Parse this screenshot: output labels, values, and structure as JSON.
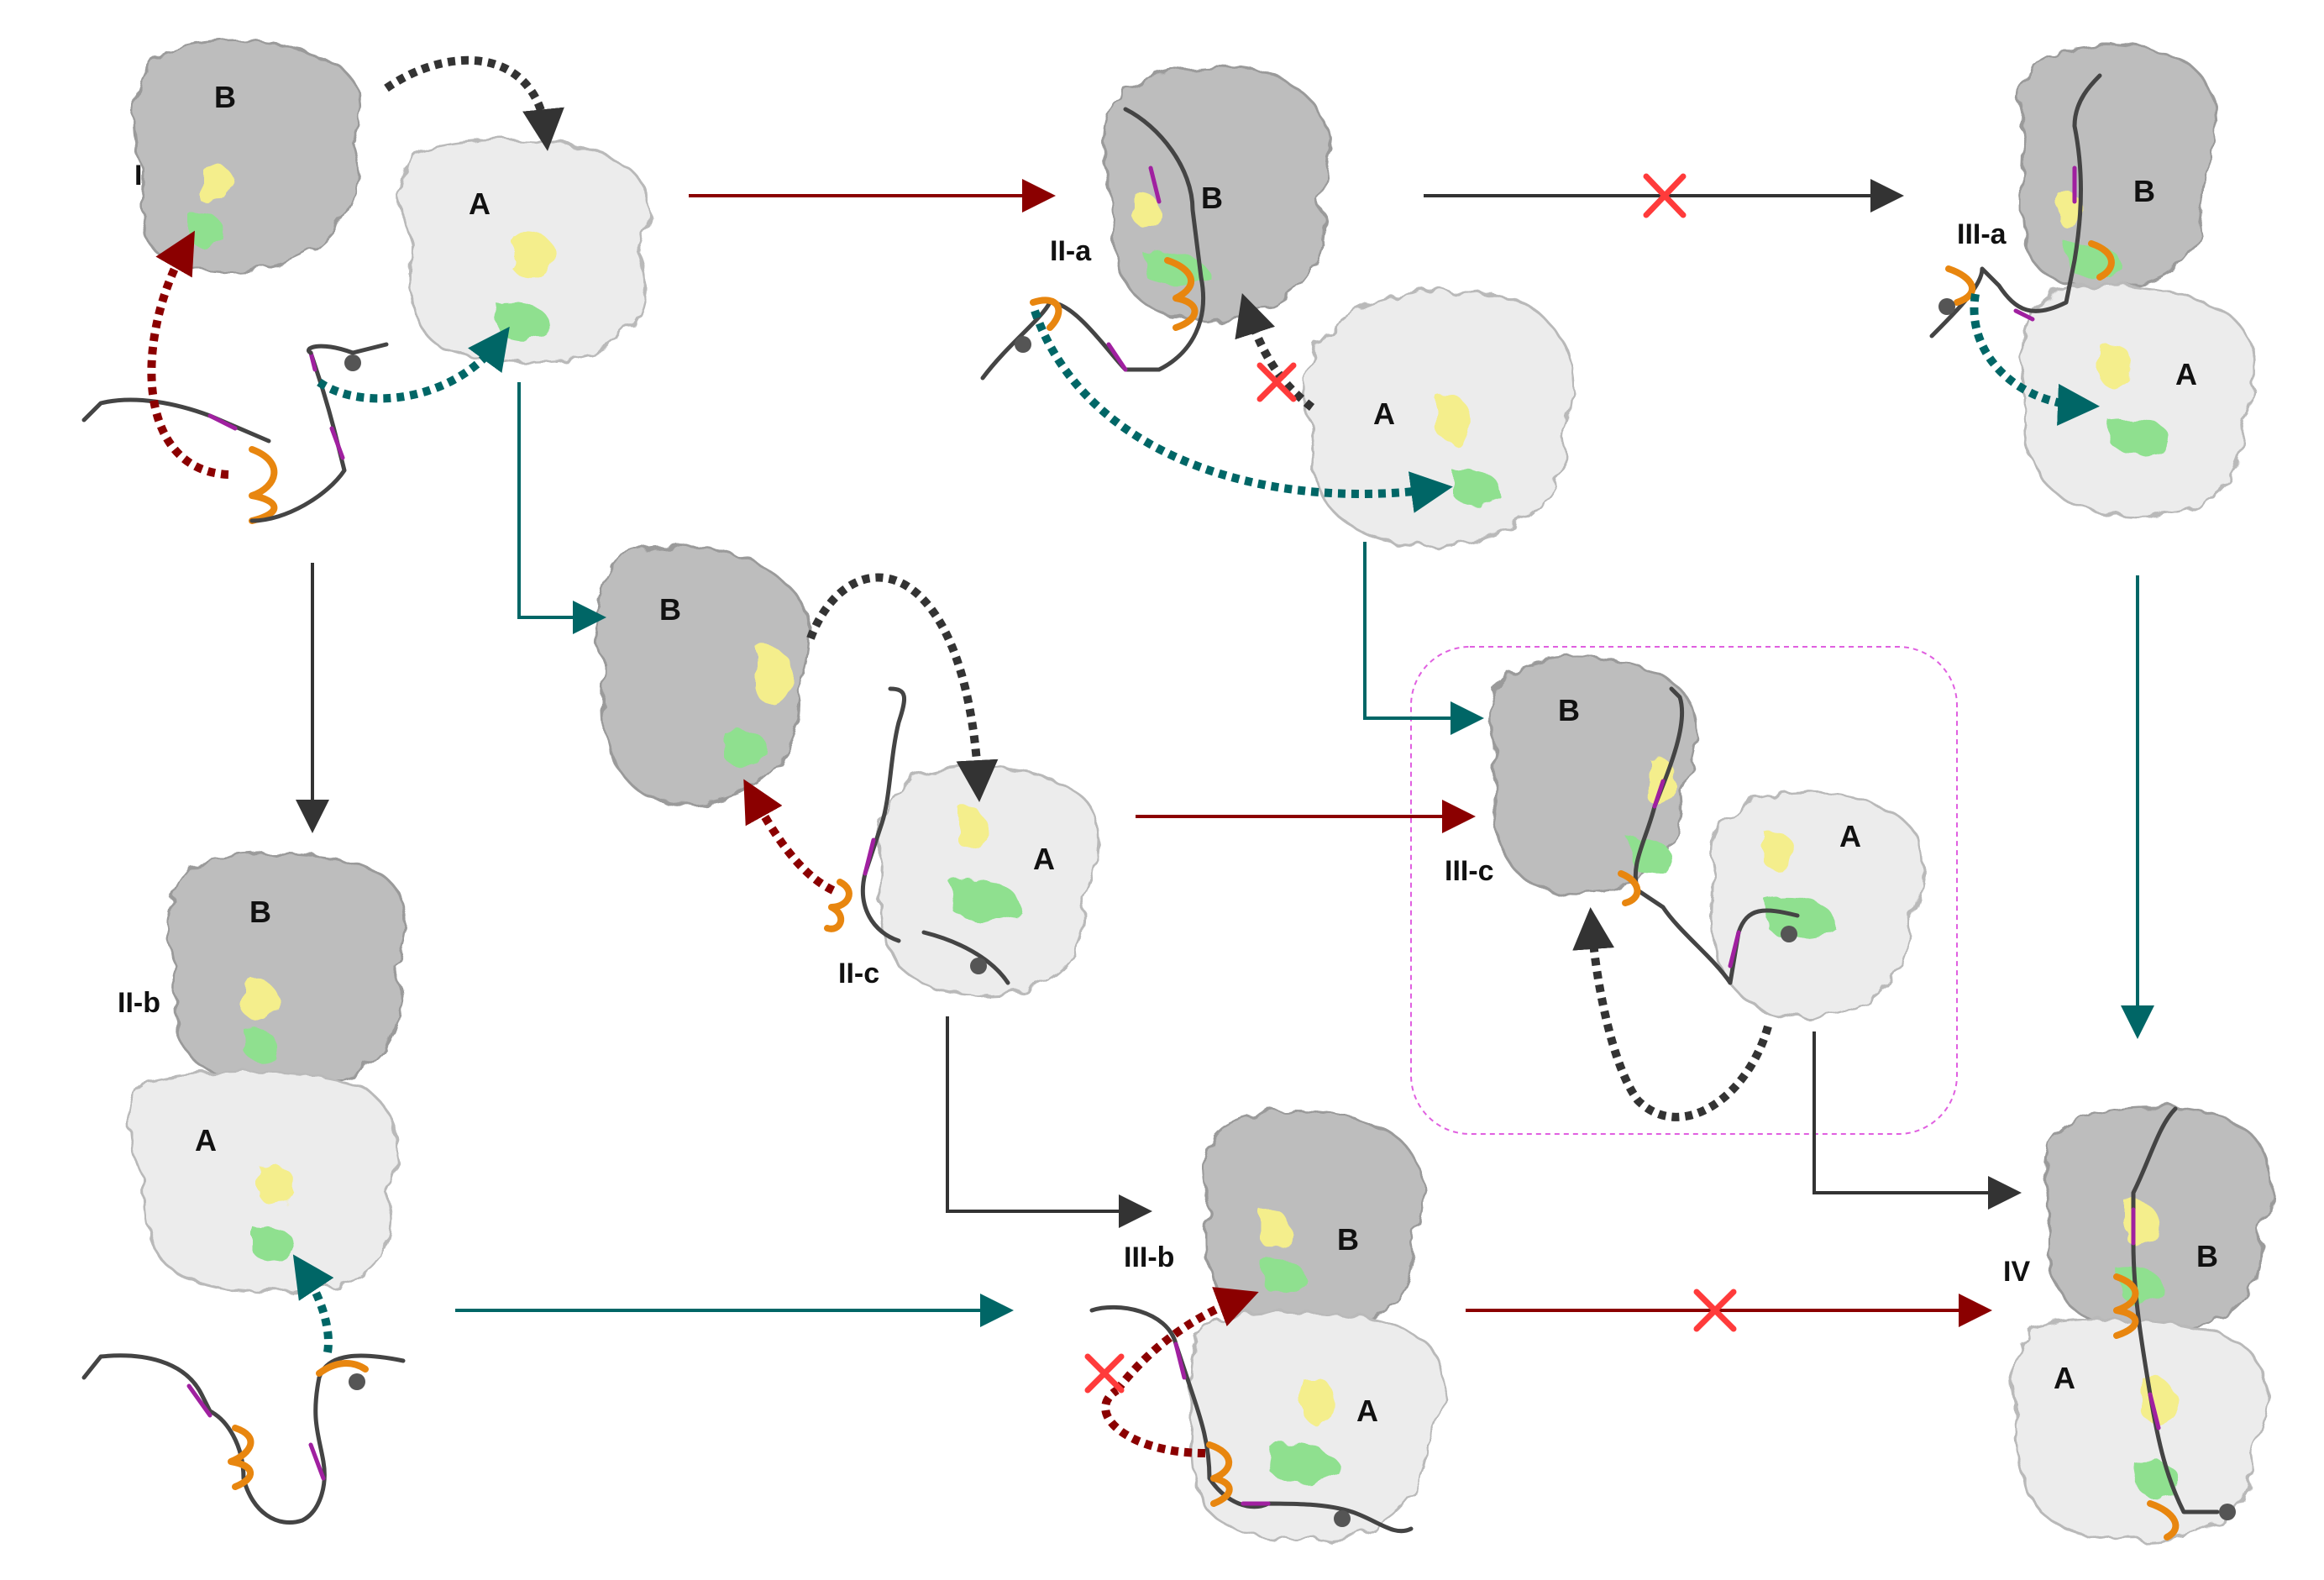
{
  "figure": {
    "stage_labels": {
      "I": "I",
      "IIa": "II-a",
      "IIb": "II-b",
      "IIc": "II-c",
      "IIIa": "III-a",
      "IIIb": "III-b",
      "IIIc": "III-c",
      "IV": "IV"
    },
    "subunit_labels": {
      "A": "A",
      "B": "B"
    },
    "colors": {
      "arrow_red": "#8b0000",
      "arrow_teal": "#006666",
      "arrow_dark": "#333333",
      "blocked_cross": "#ff3b3b",
      "box_border": "#e060e0",
      "subunit_A_surface": "#ececec",
      "subunit_B_surface": "#bdbdbd",
      "site_yellow": "#f4ee8c",
      "site_green": "#8fe08f",
      "helix_orange": "#e8860f",
      "linker_magenta": "#a020a0",
      "chain_dark": "#444444"
    },
    "icons": [
      "protein-surface",
      "peptide-chain",
      "helix",
      "dotted-arrow",
      "blocked-x"
    ]
  }
}
